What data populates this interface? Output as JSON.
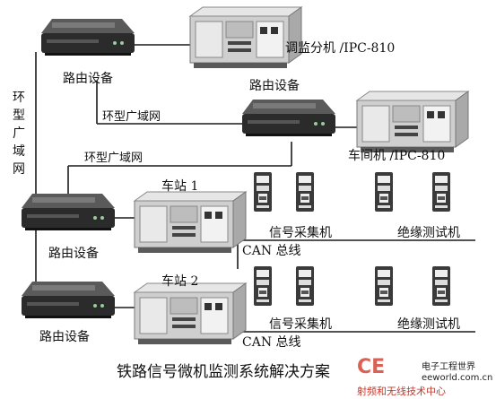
{
  "labels": {
    "router": "路由设备",
    "ring_wan": "环型广域网",
    "ring_wan_vertical": [
      "环",
      "型",
      "广",
      "域",
      "网"
    ],
    "dispatch_pc": "调监分机 /IPC-810",
    "workshop_pc": "车间机 /IPC-810",
    "station1": "车站 1",
    "station2": "车站 2",
    "signal_collector": "信号采集机",
    "insulation_tester": "绝缘测试机",
    "can_bus": "CAN 总线"
  },
  "caption": "铁路信号微机监测系统解决方案",
  "watermark": {
    "logo": "CE",
    "site": "eeworld.com.cn",
    "brand": "电子工程世界",
    "slogan": "射频和无线技术中心"
  },
  "colors": {
    "router_body": "#2b2b2b",
    "pc_body": "#cfcfcf",
    "device_body": "#3a3a3a",
    "watermark_red": "#d23b2a"
  },
  "icons": [
    "router-icon",
    "industrial-pc-icon",
    "tower-device-icon",
    "eeworld-logo-icon"
  ]
}
